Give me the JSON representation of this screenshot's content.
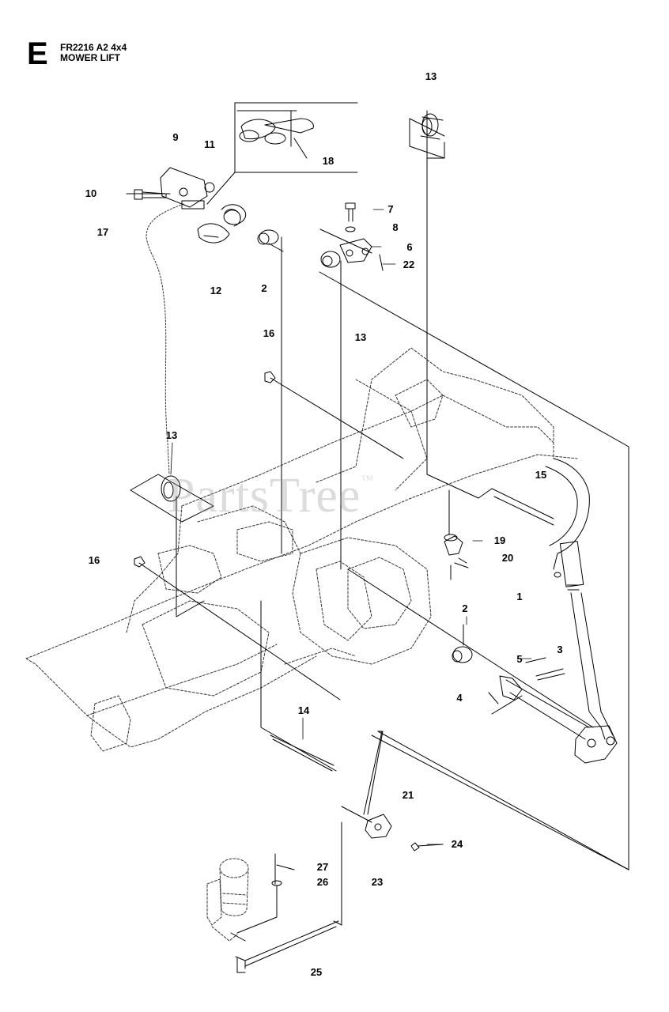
{
  "header": {
    "section_letter": "E",
    "model": "FR2216 A2 4x4",
    "assembly_name": "MOWER LIFT"
  },
  "watermark": {
    "text": "PartsTree",
    "trademark": "™"
  },
  "callouts": [
    "13",
    "9",
    "11",
    "18",
    "10",
    "17",
    "7",
    "8",
    "6",
    "22",
    "12",
    "2",
    "16",
    "13",
    "13",
    "15",
    "19",
    "20",
    "16",
    "1",
    "2",
    "5",
    "3",
    "4",
    "14",
    "21",
    "24",
    "27",
    "26",
    "23",
    "25"
  ]
}
